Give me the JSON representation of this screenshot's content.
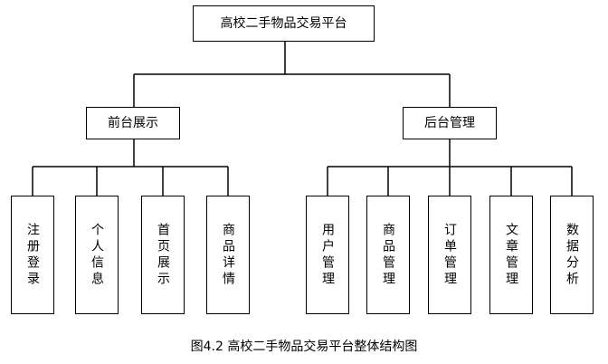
{
  "root": {
    "label": "高校二手物品交易平台"
  },
  "branches": [
    {
      "label": "前台展示",
      "children": [
        "注册登录",
        "个人信息",
        "首页展示",
        "商品详情"
      ]
    },
    {
      "label": "后台管理",
      "children": [
        "用户管理",
        "商品管理",
        "订单管理",
        "文章管理",
        "数据分析"
      ]
    }
  ],
  "caption": "图4.2  高校二手物品交易平台整体结构图"
}
